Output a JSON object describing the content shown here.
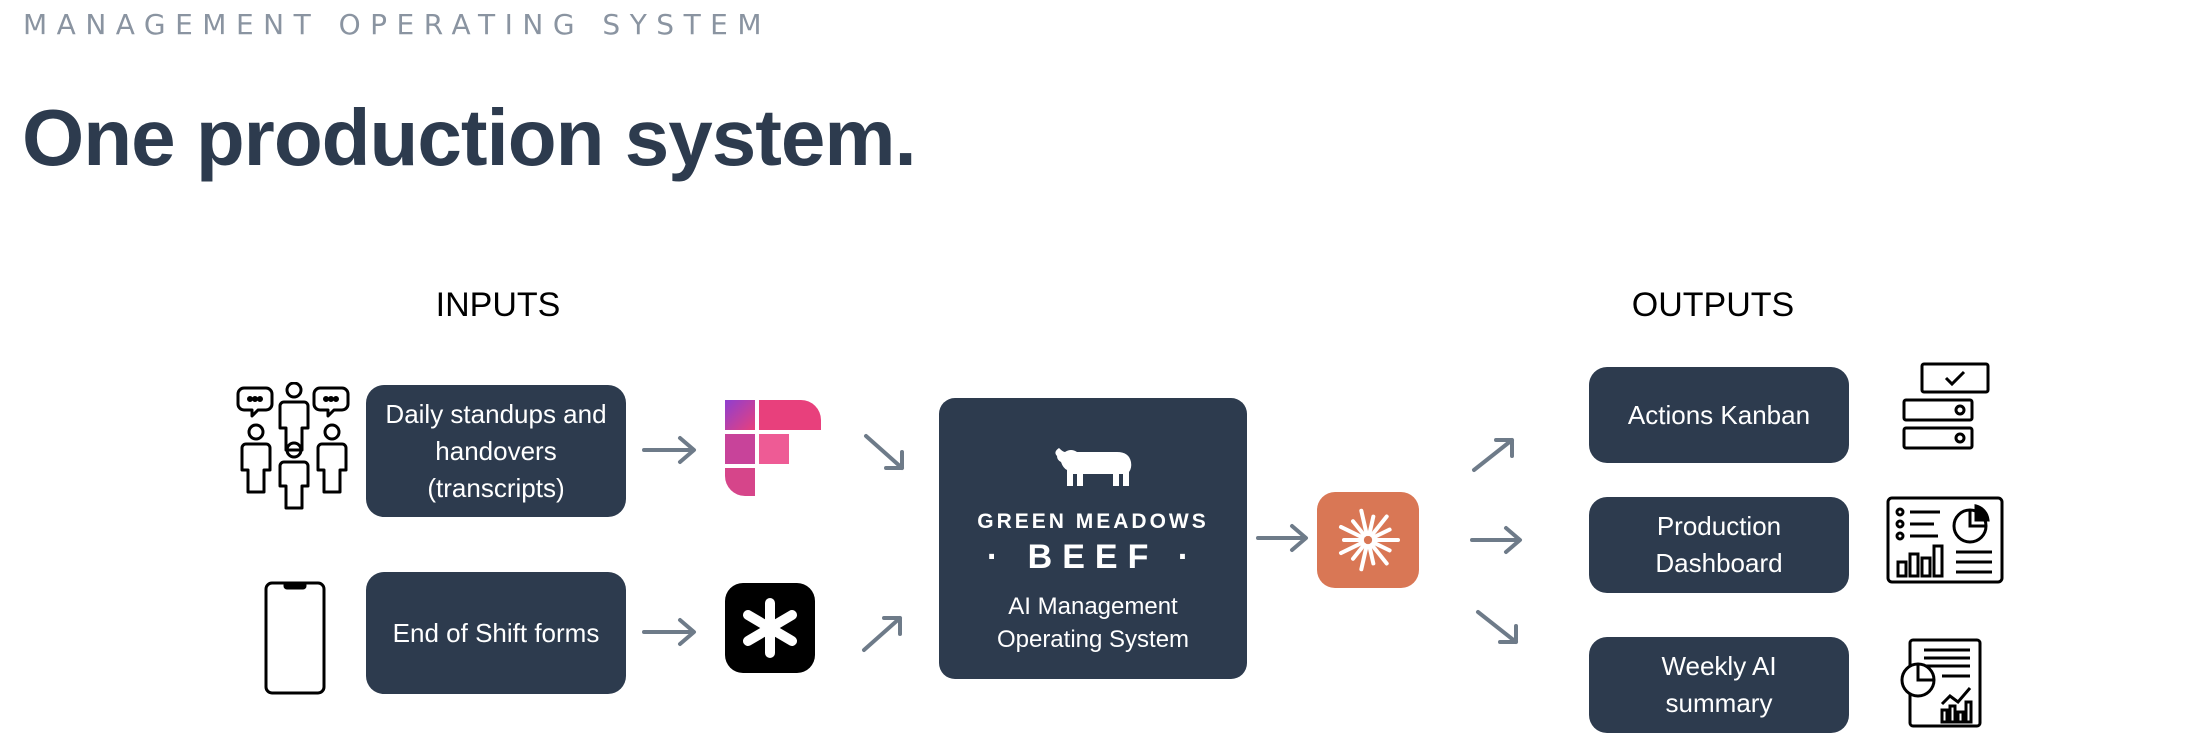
{
  "header": {
    "eyebrow": "MANAGEMENT OPERATING SYSTEM",
    "title": "One production system."
  },
  "inputs": {
    "heading": "INPUTS",
    "items": [
      {
        "label": "Daily standups and handovers (transcripts)",
        "people_icon": "team-meeting-icon",
        "app_icon": "fireflies-app-icon"
      },
      {
        "label": "End of Shift forms",
        "device_icon": "smartphone-icon",
        "app_icon": "asterisk-app-icon"
      }
    ]
  },
  "center": {
    "brand_top": "GREEN MEADOWS",
    "brand_main": "· BEEF ·",
    "label": "AI Management\nOperating System",
    "logo_icon": "cow-icon",
    "ai_icon": "claude-starburst-icon"
  },
  "outputs": {
    "heading": "OUTPUTS",
    "items": [
      {
        "label": "Actions Kanban",
        "icon": "kanban-board-icon"
      },
      {
        "label": "Production\nDashboard",
        "icon": "dashboard-icon"
      },
      {
        "label": "Weekly AI\nsummary",
        "icon": "report-icon"
      }
    ]
  },
  "colors": {
    "navy": "#2d3b4e",
    "arrow": "#6e7b89",
    "eyebrow": "#8a94a1",
    "fireflies_pink": "#e8407c",
    "fireflies_purple": "#8e3fd0",
    "claude_orange": "#d97755"
  }
}
